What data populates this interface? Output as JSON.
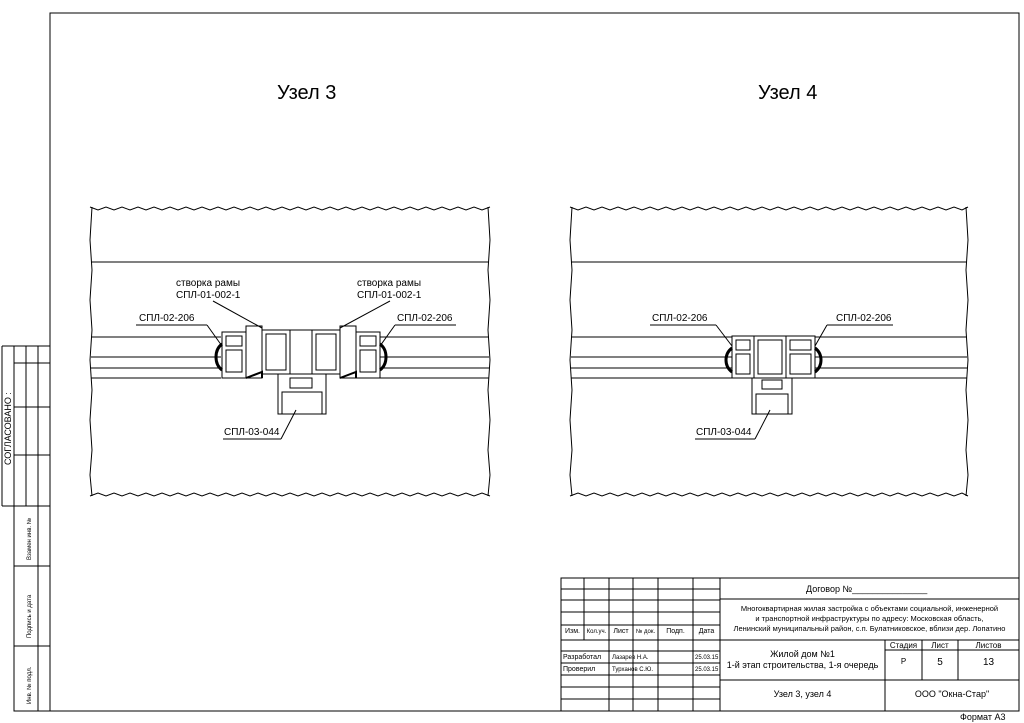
{
  "titles": {
    "node3": "Узел 3",
    "node4": "Узел 4"
  },
  "node3": {
    "leaf_left_line1": "створка рамы",
    "leaf_left_line2": "СПЛ-01-002-1",
    "leaf_right_line1": "створка рамы",
    "leaf_right_line2": "СПЛ-01-002-1",
    "profile_left": "СПЛ-02-206",
    "profile_right": "СПЛ-02-206",
    "bottom_profile": "СПЛ-03-044"
  },
  "node4": {
    "profile_left": "СПЛ-02-206",
    "profile_right": "СПЛ-02-206",
    "bottom_profile": "СПЛ-03-044"
  },
  "side": {
    "agreed": "СОГЛАСОВАНО :",
    "replace_inv": "Взамен инв. №",
    "sign_date": "Подпись и дата",
    "inv_orig": "Инв. № подл."
  },
  "title_block": {
    "contract": "Договор №_______________",
    "project_line1": "Многоквартирная жилая застройка с объектами социальной, инженерной",
    "project_line2": "и транспортной инфраструктуры по адресу: Московская область,",
    "project_line3": "Ленинский муниципальный район, с.п. Булатниковское, вблизи дер. Лопатино",
    "col_izm": "Изм.",
    "col_kol": "Кол.уч.",
    "col_list": "Лист",
    "col_ndoc": "№ док.",
    "col_podp": "Подп.",
    "col_data": "Дата",
    "dev_role": "Разработал",
    "dev_name": "Лазарев Н.А.",
    "dev_date": "25.03.15",
    "chk_role": "Проверил",
    "chk_name": "Турханов С.Ю.",
    "chk_date": "25.03.15",
    "object_line1": "Жилой дом №1",
    "object_line2": "1-й этап строительства, 1-я очередь",
    "stage_label": "Стадия",
    "sheet_label": "Лист",
    "sheets_label": "Листов",
    "stage": "Р",
    "sheet": "5",
    "sheets": "13",
    "sheet_title": "Узел 3, узел 4",
    "company": "ООО \"Окна-Стар\""
  },
  "format": "Формат А3"
}
